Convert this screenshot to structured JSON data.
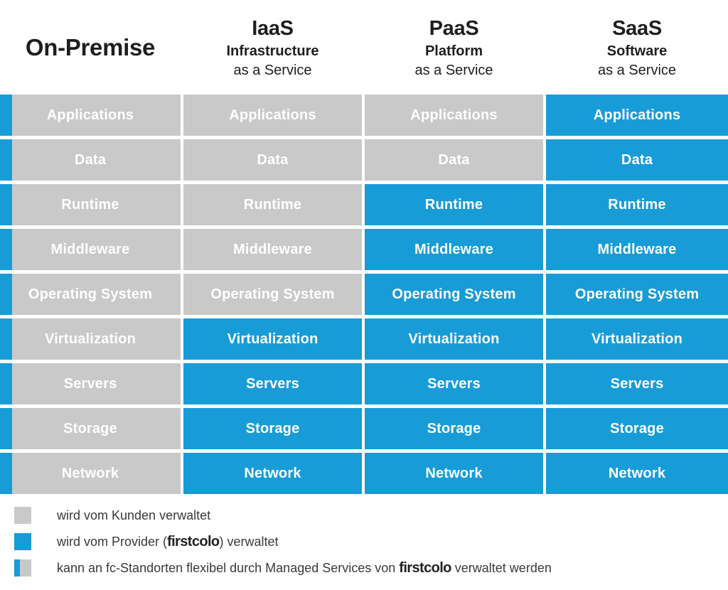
{
  "colors": {
    "blue": "#189CD8",
    "gray": "#C9C9C9",
    "cell_text": "#FFFFFF",
    "heading_text": "#1E1E1E",
    "legend_text": "#3A3A3A"
  },
  "columns": [
    {
      "id": "on-premise",
      "title": "On-Premise",
      "subtitle": "",
      "subtitle2": "",
      "blue_from": 9,
      "flex_strip": true
    },
    {
      "id": "iaas",
      "title": "IaaS",
      "subtitle": "Infrastructure",
      "subtitle2": "as a Service",
      "blue_from": 5,
      "flex_strip": false
    },
    {
      "id": "paas",
      "title": "PaaS",
      "subtitle": "Platform",
      "subtitle2": "as a Service",
      "blue_from": 2,
      "flex_strip": false
    },
    {
      "id": "saas",
      "title": "SaaS",
      "subtitle": "Software",
      "subtitle2": "as a Service",
      "blue_from": 0,
      "flex_strip": false
    }
  ],
  "rows": [
    "Applications",
    "Data",
    "Runtime",
    "Middleware",
    "Operating System",
    "Virtualization",
    "Servers",
    "Storage",
    "Network"
  ],
  "legend": [
    {
      "swatch": "gray",
      "text_before": "wird vom Kunden verwaltet",
      "brand": "",
      "text_after": ""
    },
    {
      "swatch": "blue",
      "text_before": "wird vom Provider (",
      "brand": "firstcolo",
      "text_after": ") verwaltet"
    },
    {
      "swatch": "split",
      "text_before": "kann an fc-Standorten flexibel durch Managed Services von ",
      "brand": "firstcolo",
      "text_after": " verwaltet werden"
    }
  ]
}
